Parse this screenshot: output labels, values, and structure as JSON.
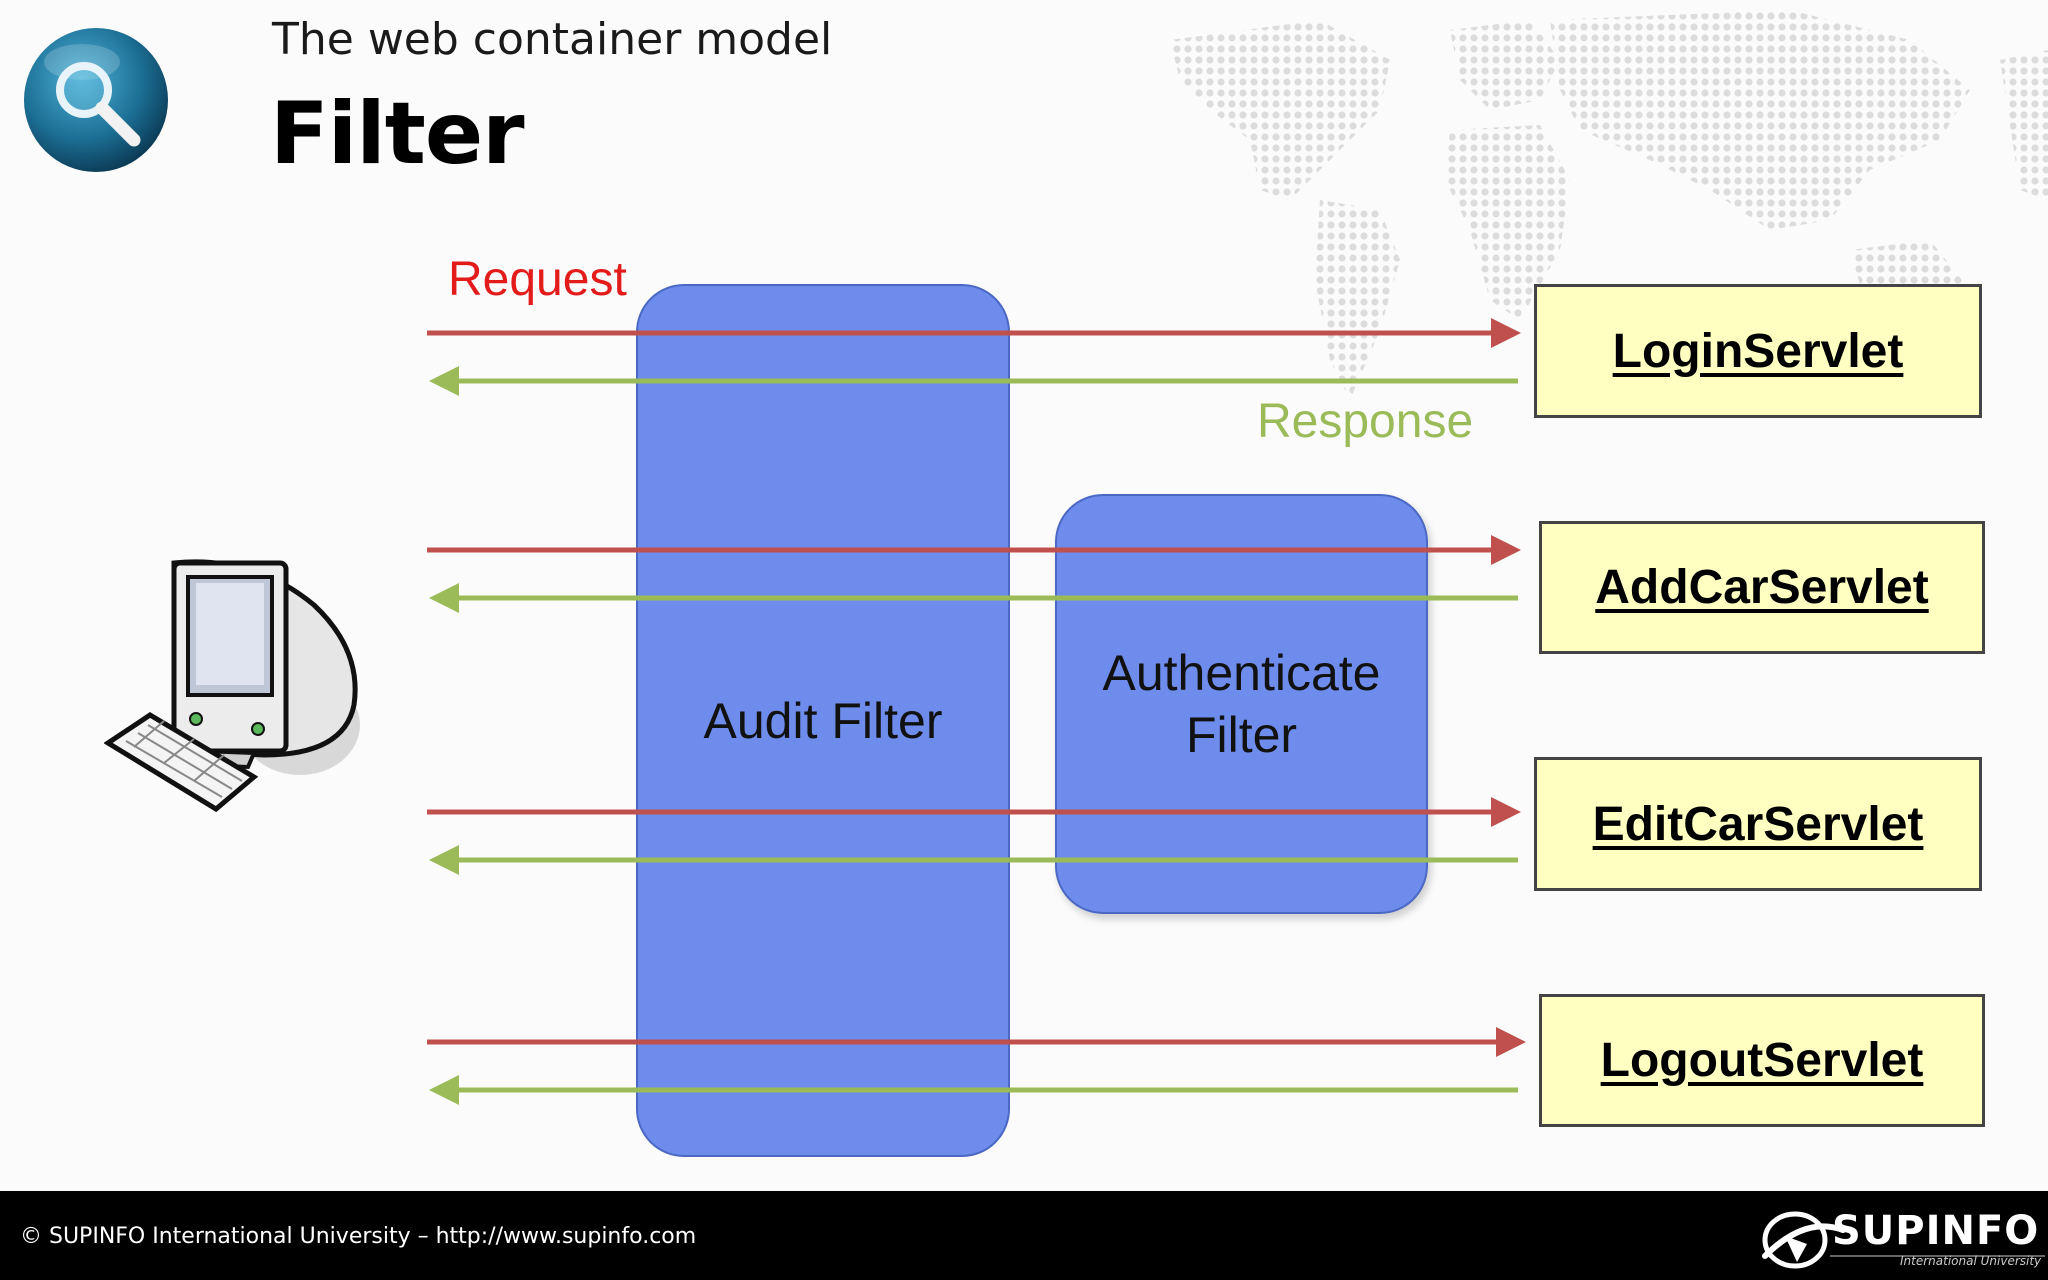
{
  "header": {
    "subtitle": "The web container model",
    "title": "Filter"
  },
  "flow_labels": {
    "request": "Request",
    "response": "Response"
  },
  "filters": {
    "audit": "Audit Filter",
    "authenticate": "Authenticate\nFilter"
  },
  "servlets": [
    "LoginServlet",
    "AddCarServlet",
    "EditCarServlet",
    "LogoutServlet"
  ],
  "footer": {
    "copyright": "© SUPINFO International University – http://www.supinfo.com",
    "brand": "SUPINFO",
    "brand_sub": "International University"
  },
  "colors": {
    "request_arrow": "#c0504d",
    "response_arrow": "#9bbb59",
    "filter_fill": "#5a7ce8",
    "servlet_fill": "#ffffc2"
  },
  "icons": {
    "slide": "magnifier-icon",
    "client": "computer-icon"
  }
}
